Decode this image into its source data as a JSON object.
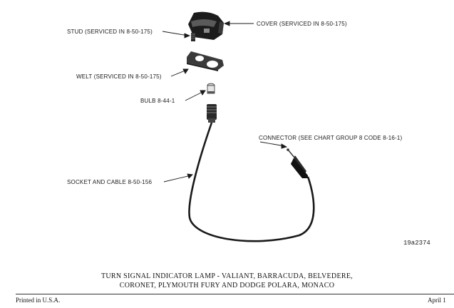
{
  "labels": {
    "stud": "STUD (SERVICED IN 8-50-175)",
    "cover": "COVER (SERVICED IN 8-50-175)",
    "welt": "WELT (SERVICED IN 8-50-175)",
    "bulb": "BULB 8-44-1",
    "connector": "CONNECTOR (SEE CHART GROUP 8 CODE 8-16-1)",
    "socket_cable": "SOCKET AND CABLE 8-50-156"
  },
  "figure_number": "19a2374",
  "caption": {
    "line1": "TURN SIGNAL INDICATOR LAMP - VALIANT, BARRACUDA, BELVEDERE,",
    "line2": "CORONET, PLYMOUTH FURY AND DODGE POLARA, MONACO"
  },
  "footer": {
    "left": "Printed in U.S.A.",
    "right": "April 1"
  }
}
